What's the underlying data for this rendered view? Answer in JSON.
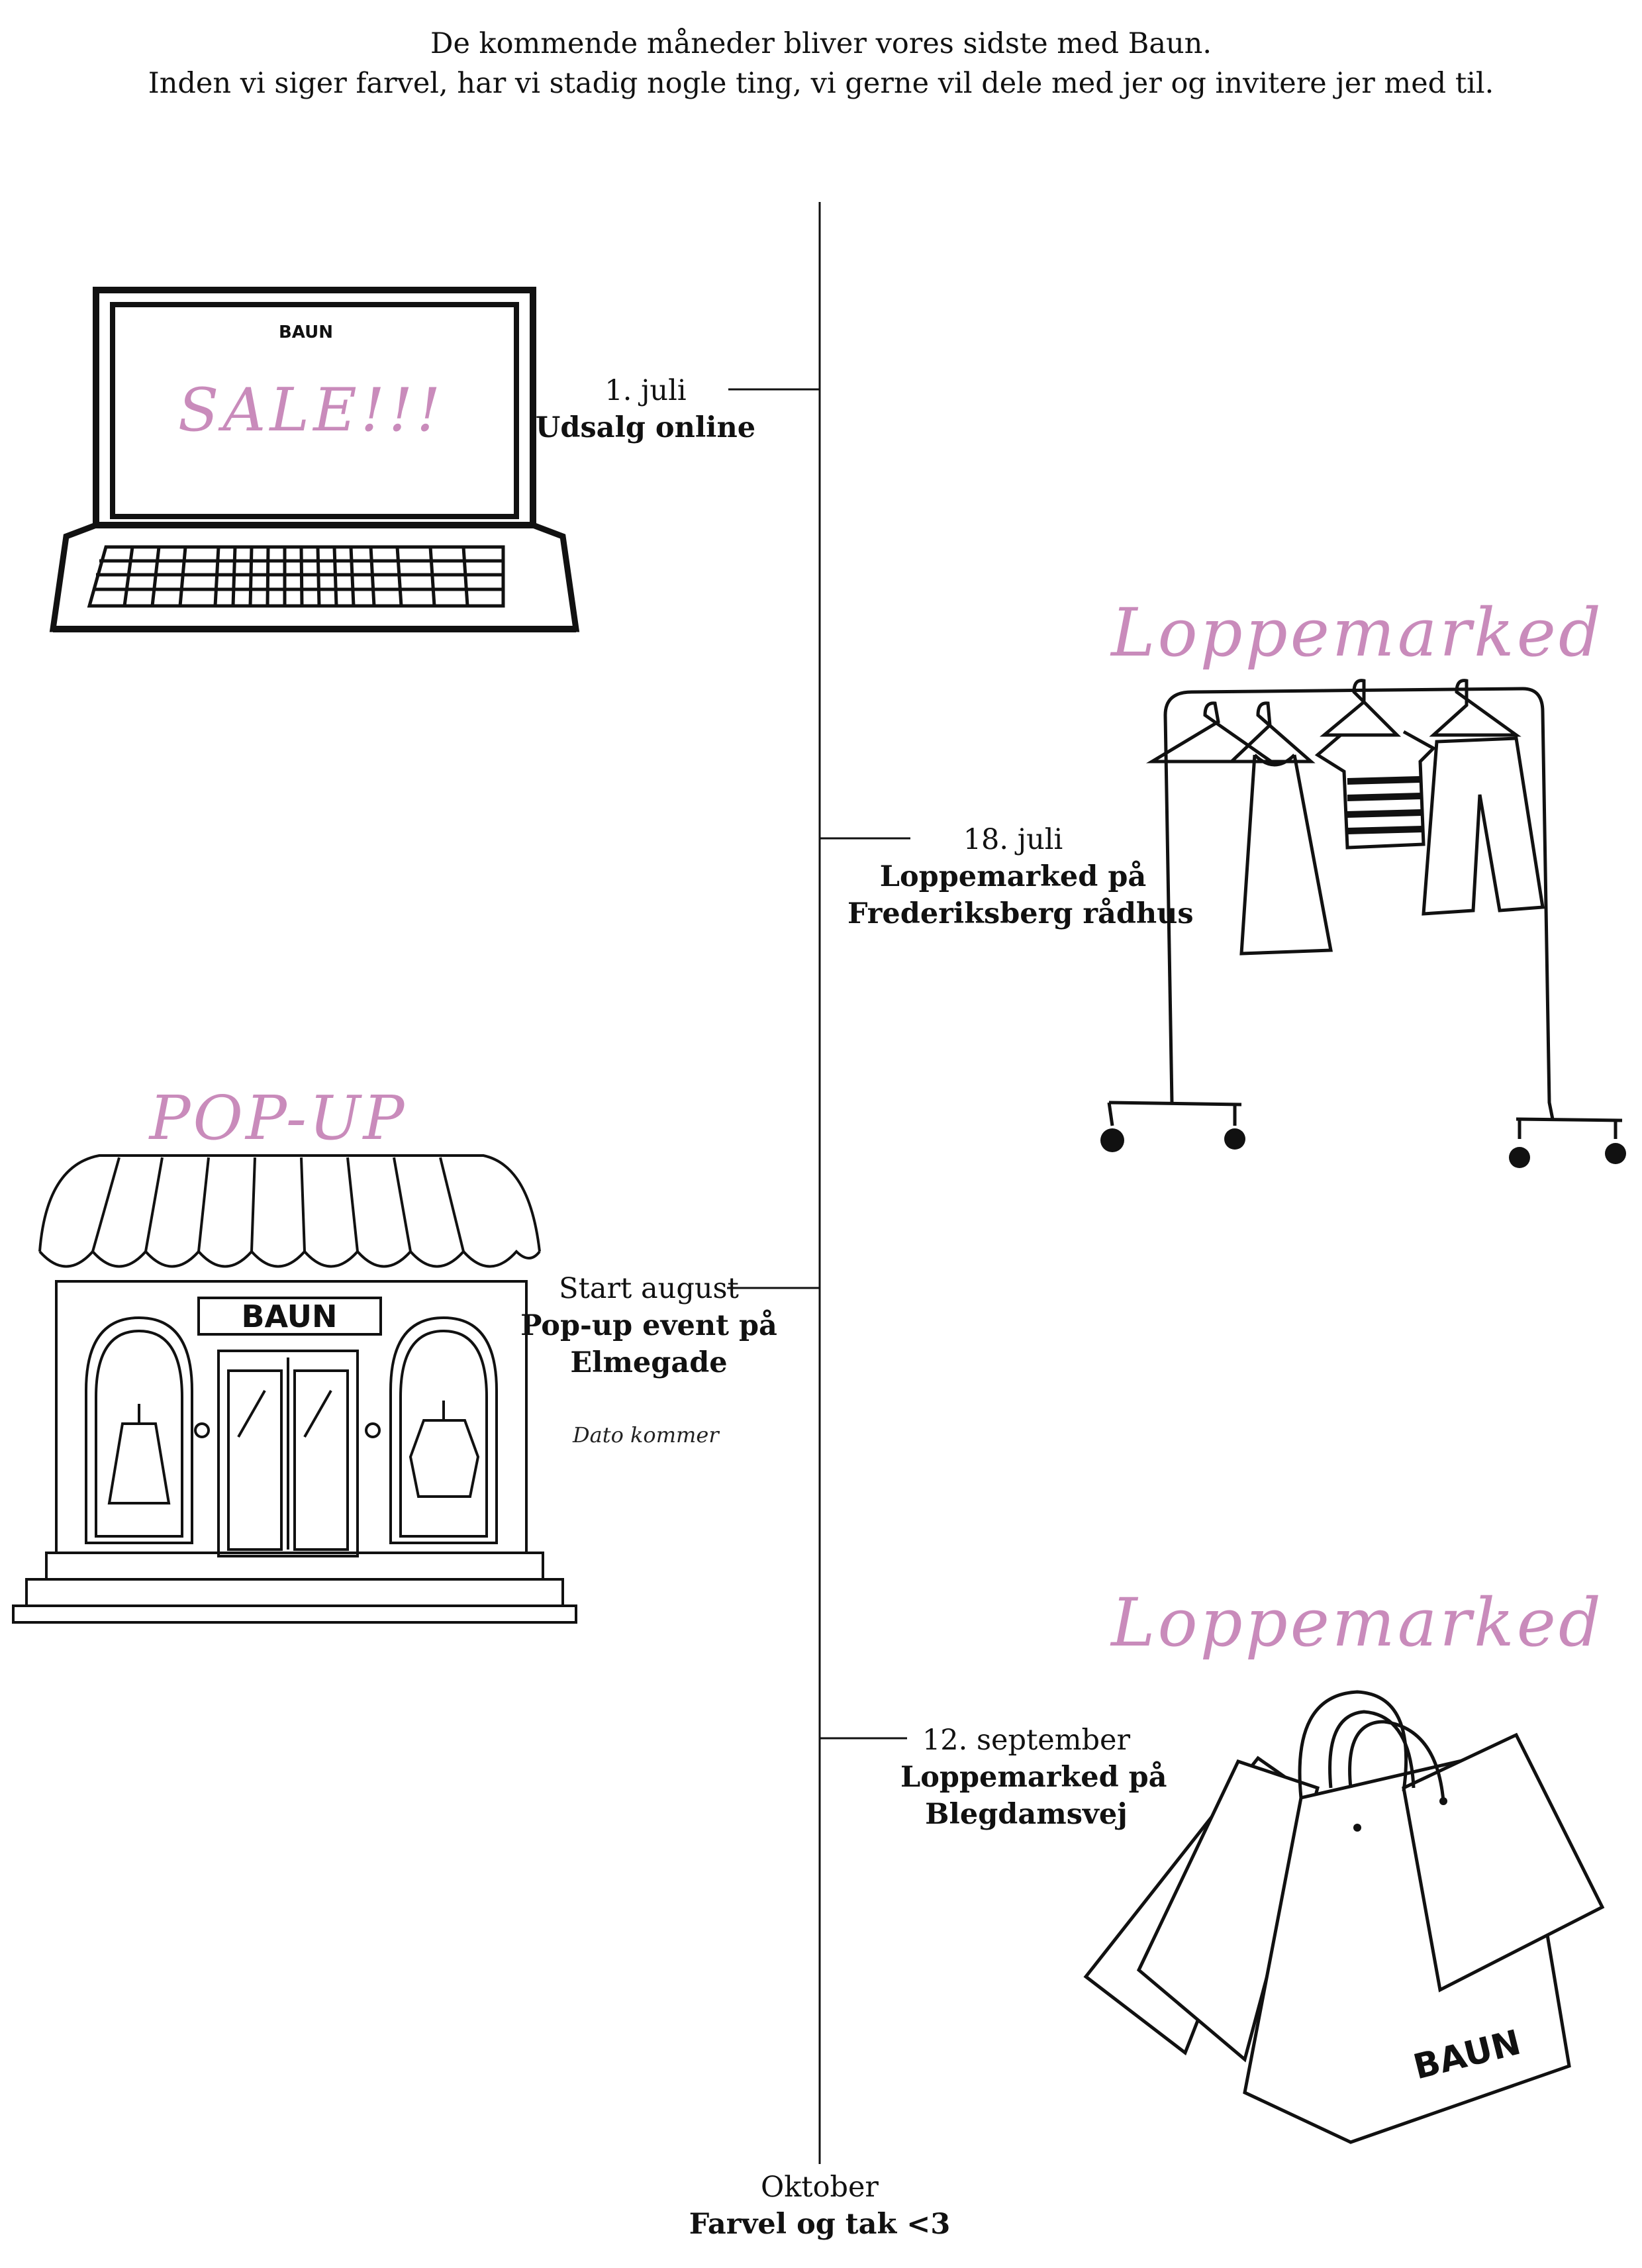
{
  "intro": {
    "line1": "De kommende måneder bliver vores sidste med Baun.",
    "line2": "Inden vi siger farvel, har vi stadig nogle ting, vi gerne vil dele med jer og invitere jer med til."
  },
  "events": [
    {
      "date": "1. juli",
      "title_lines": [
        "Udsalg online"
      ]
    },
    {
      "date": "18. juli",
      "title_lines": [
        "Loppemarked på",
        "Frederiksberg rådhus"
      ]
    },
    {
      "date": "Start august",
      "title_lines": [
        "Pop-up event på",
        "Elmegade"
      ],
      "note": "Dato kommer"
    },
    {
      "date": "12. september",
      "title_lines": [
        "Loppemarked på",
        "Blegdamsvej"
      ]
    },
    {
      "date": "Oktober",
      "title_lines": [
        "Farvel og tak <3"
      ]
    }
  ],
  "illustrations": {
    "laptop": {
      "brand": "BAUN",
      "screen_text": "SALE!!!"
    },
    "rack": {
      "heading": "Loppemarked"
    },
    "shop": {
      "heading": "POP-UP",
      "sign": "BAUN"
    },
    "bags": {
      "heading": "Loppemarked",
      "brand": "BAUN"
    }
  },
  "colors": {
    "script_pink": "#c98bbb",
    "ink": "#111111"
  }
}
